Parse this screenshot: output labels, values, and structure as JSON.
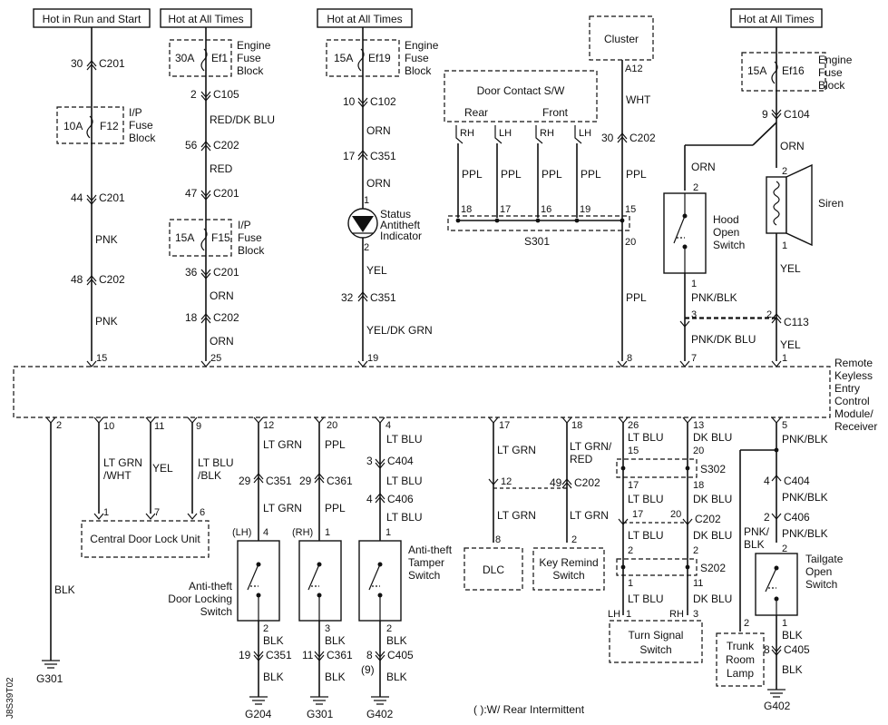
{
  "sources": {
    "run_start": "Hot in Run and Start",
    "at_all_times": "Hot at All Times"
  },
  "fuses": {
    "f12": "10A",
    "f12_id": "F12",
    "ef1": "30A",
    "ef1_id": "Ef1",
    "f15": "15A",
    "f15_id": "F15",
    "ef19": "15A",
    "ef19_id": "Ef19",
    "ef16": "15A",
    "ef16_id": "Ef16"
  },
  "labels": {
    "ip_fuse_block": [
      "I/P",
      "Fuse",
      "Block"
    ],
    "engine_fuse_block": [
      "Engine",
      "Fuse",
      "Block"
    ],
    "cluster": "Cluster",
    "door_contact": "Door Contact S/W",
    "rear": "Rear",
    "front": "Front",
    "status_indicator": [
      "Status",
      "Antitheft",
      "Indicator"
    ],
    "siren": "Siren",
    "hood_switch": [
      "Hood",
      "Open",
      "Switch"
    ],
    "module": [
      "Remote",
      "Keyless",
      "Entry",
      "Control",
      "Module/",
      "Receiver"
    ],
    "central_lock": "Central Door Lock Unit",
    "door_locking_switch": [
      "Anti-theft",
      "Door Locking",
      "Switch"
    ],
    "tamper_switch": [
      "Anti-theft",
      "Tamper",
      "Switch"
    ],
    "dlc": "DLC",
    "key_remind": [
      "Key Remind",
      "Switch"
    ],
    "turn_signal": [
      "Turn Signal",
      "Switch"
    ],
    "trunk_lamp": [
      "Trunk",
      "Room",
      "Lamp"
    ],
    "tailgate_switch": [
      "Tailgate",
      "Open",
      "Switch"
    ],
    "lh": "(LH)",
    "rh": "(RH)",
    "lh_plain": "LH",
    "rh_plain": "RH",
    "paren9": "(9)",
    "footnote": "(  ):W/ Rear Intermittent",
    "code": "J8S39T02"
  },
  "connectors": {
    "c201": "C201",
    "c202": "C202",
    "c105": "C105",
    "c102": "C102",
    "c351": "C351",
    "c104": "C104",
    "c113": "C113",
    "s301": "S301",
    "s302": "S302",
    "s202": "S202",
    "c361": "C361",
    "c404": "C404",
    "c406": "C406",
    "c405": "C405",
    "a12": "A12"
  },
  "colors": {
    "pnk": "PNK",
    "red_dkblu": "RED/DK BLU",
    "red": "RED",
    "orn": "ORN",
    "yel": "YEL",
    "yel_dkgrn": "YEL/DK GRN",
    "ppl": "PPL",
    "wht": "WHT",
    "pnk_blk": "PNK/BLK",
    "pnk_dkblu": "PNK/DK BLU",
    "blk": "BLK",
    "ltgrn_wht": [
      "LT GRN",
      "/WHT"
    ],
    "ltblu_blk": [
      "LT BLU",
      "/BLK"
    ],
    "ltgrn": "LT GRN",
    "ltblu": "LT BLU",
    "dkblu": "DK BLU",
    "ltgrn_red": [
      "LT GRN/",
      "RED"
    ],
    "pnk_blk_split": [
      "PNK/",
      "BLK"
    ]
  },
  "grounds": {
    "g301": "G301",
    "g204": "G204",
    "g402": "G402"
  },
  "pins": {
    "p30": "30",
    "p2": "2",
    "p10": "10",
    "p44": "44",
    "p56": "56",
    "p47": "47",
    "p48": "48",
    "p36": "36",
    "p18": "18",
    "p15": "15",
    "p25": "25",
    "p17": "17",
    "p1": "1",
    "p32": "32",
    "p19": "19",
    "p16": "16",
    "p20": "20",
    "p8": "8",
    "p9": "9",
    "p3": "3",
    "p7": "7",
    "p11": "11",
    "p12": "12",
    "p29": "29",
    "p4": "4",
    "p6": "6",
    "p49": "49",
    "p26": "26",
    "p13": "13",
    "p5": "5"
  }
}
